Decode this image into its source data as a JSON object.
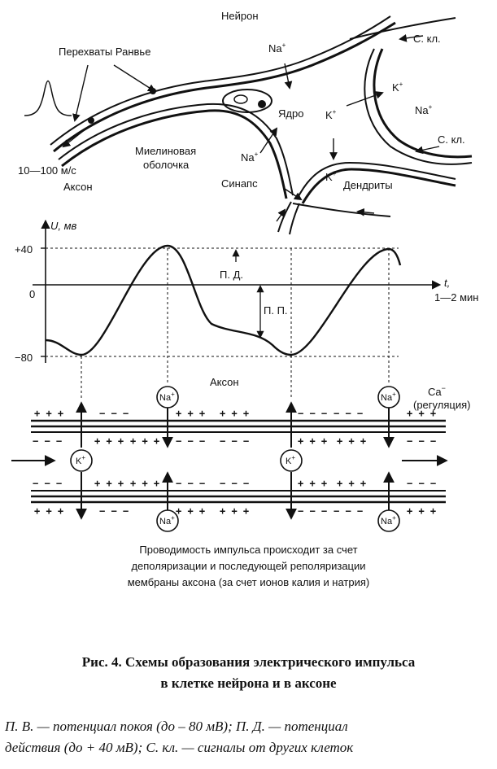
{
  "neuron": {
    "title": "Нейрон",
    "nodes_of_ranvier": "Перехваты Ранвье",
    "na_top": "Na",
    "na_sup": "+",
    "nucleus": "Ядро",
    "s_kl_top": "С. кл.",
    "s_kl_right": "С. кл.",
    "k_right": "K",
    "k_mid": "K",
    "na_right": "Na",
    "na_lower": "Na",
    "k_lower": "K",
    "speed": "10—100 м/с",
    "axon": "Аксон",
    "myelin_line1": "Миелиновая",
    "myelin_line2": "оболочка",
    "synapse": "Синапс",
    "dendrites": "Дендриты"
  },
  "graph": {
    "y_axis_label": "U, мв",
    "y_ticks": [
      "+40",
      "0",
      "−80"
    ],
    "x_axis_label": "t,",
    "x_units": "1—2 мин",
    "pd_label": "П. Д.",
    "pp_label": "П. П."
  },
  "membrane": {
    "axon_label": "Аксон",
    "ca_label": "Ca",
    "ca_sup": "−",
    "ca_note": "(регуляция)",
    "na_ion": "Na",
    "k_ion": "K",
    "ion_sup": "+",
    "plus_row": "+ + +",
    "minus_row": "− − −"
  },
  "caption": {
    "line1": "Проводимость импульса происходит за счет",
    "line2": "деполяризации и последующей реполяризации",
    "line3": "мембраны аксона (за счет ионов калия и натрия)"
  },
  "figure": {
    "title_line1": "Рис. 4. Схемы образования электрического импульса",
    "title_line2": "в клетке нейрона и в аксоне"
  },
  "legend": {
    "line1": "П. В. — потенциал покоя (до – 80 мВ); П. Д. — потенциал",
    "line2": "действия (до + 40 мВ); С. кл. — сигналы от других клеток"
  }
}
